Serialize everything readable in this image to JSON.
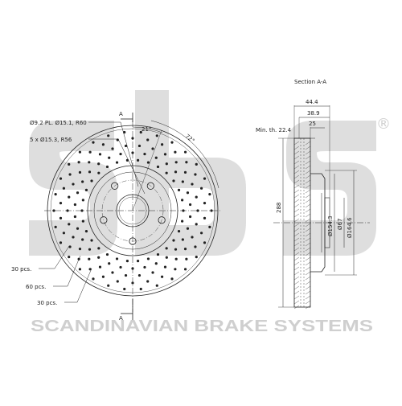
{
  "colors": {
    "line": "#222222",
    "watermark": "#dcdcdc",
    "watermark_text": "#cfcfcf",
    "background": "#ffffff"
  },
  "watermark": {
    "logo": "sbs",
    "registered_mark": "®",
    "brand_name": "SCANDINAVIAN BRAKE SYSTEMS"
  },
  "front_view": {
    "section_marker": "A",
    "section_marker_bottom": "A",
    "hole_callout_1": "Ø9.2 PL. Ø15.1, R60",
    "hole_callout_2": "5 x Ø15.3, R56",
    "angle_label": "21°",
    "angle_label_2": "72°",
    "pcs_label_1": "30 pcs.",
    "pcs_label_2": "60 pcs.",
    "pcs_label_3": "30 pcs."
  },
  "section_view": {
    "title": "Section A-A",
    "dim_overall_width": "44.4",
    "dim_width_2": "38.9",
    "dim_width_3": "25",
    "min_thickness": "Min. th. 22.4",
    "dim_outer_diameter": "288",
    "dim_d1": "Ø154.3",
    "dim_d2": "Ø67",
    "dim_d3": "Ø164.6"
  }
}
